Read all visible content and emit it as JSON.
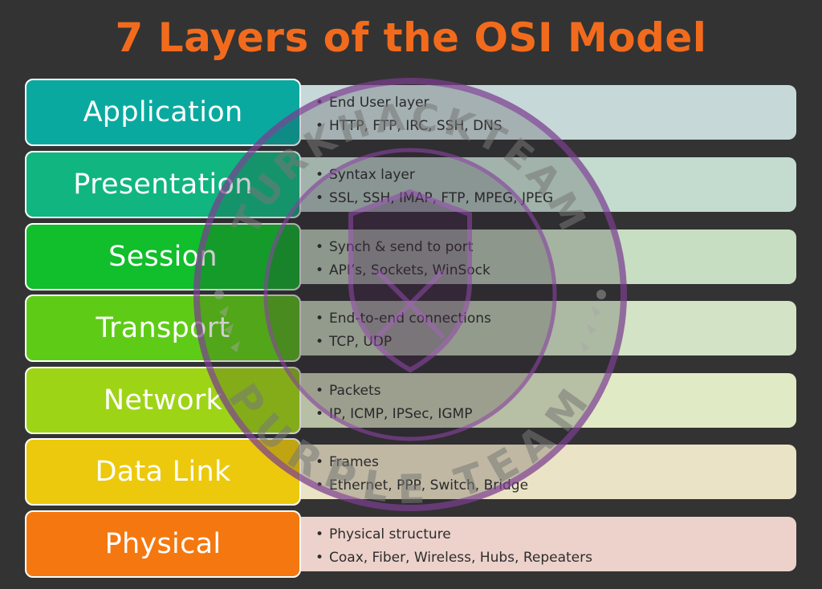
{
  "title": "7 Layers of the OSI Model",
  "watermark": {
    "top_text": "TURKHACKTEAM",
    "bottom_text": "PURPLE TEAM"
  },
  "colors": {
    "title": "#f26b1d",
    "background": "#333333",
    "watermark": "#7a3d8f"
  },
  "layers": [
    {
      "name": "Application",
      "color": "#0aa9a0",
      "panel": "#c7d8d8",
      "points": [
        "End User layer",
        "HTTP, FTP, IRC, SSH, DNS"
      ]
    },
    {
      "name": "Presentation",
      "color": "#11b57f",
      "panel": "#c4dcd0",
      "points": [
        "Syntax layer",
        "SSL, SSH, IMAP, FTP, MPEG, JPEG"
      ]
    },
    {
      "name": "Session",
      "color": "#11be2b",
      "panel": "#c8dec3",
      "points": [
        "Synch & send to port",
        "API’s, Sockets, WinSock"
      ]
    },
    {
      "name": "Transport",
      "color": "#5ecc17",
      "panel": "#d2e4c5",
      "points": [
        "End-to-end connections",
        "TCP, UDP"
      ]
    },
    {
      "name": "Network",
      "color": "#9ed416",
      "panel": "#e0ebc6",
      "points": [
        "Packets",
        "IP, ICMP, IPSec, IGMP"
      ]
    },
    {
      "name": "Data Link",
      "color": "#ecc90c",
      "panel": "#ebe3c5",
      "points": [
        "Frames",
        "Ethernet, PPP, Switch, Bridge"
      ]
    },
    {
      "name": "Physical",
      "color": "#f4780f",
      "panel": "#ecd2cb",
      "points": [
        "Physical structure",
        "Coax, Fiber, Wireless, Hubs, Repeaters"
      ]
    }
  ]
}
